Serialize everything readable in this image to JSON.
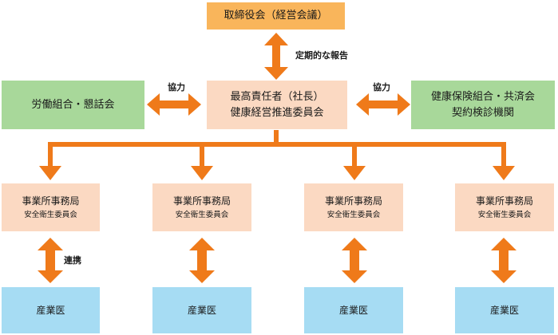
{
  "board": {
    "label": "取締役会（経営会議）"
  },
  "center": {
    "line1": "最高責任者（社長）",
    "line2": "健康経営推進委員会"
  },
  "left_box": {
    "label": "労働組合・懇話会"
  },
  "right_box": {
    "line1": "健康保険組合・共済会",
    "line2": "契約検診機関"
  },
  "edge_labels": {
    "report": "定期的な報告",
    "coop_left": "協力",
    "coop_right": "協力",
    "liaison": "連携"
  },
  "offices": [
    {
      "title": "事業所事務局",
      "sub": "安全衛生委員会"
    },
    {
      "title": "事業所事務局",
      "sub": "安全衛生委員会"
    },
    {
      "title": "事業所事務局",
      "sub": "安全衛生委員会"
    },
    {
      "title": "事業所事務局",
      "sub": "安全衛生委員会"
    }
  ],
  "doctors": [
    {
      "label": "産業医"
    },
    {
      "label": "産業医"
    },
    {
      "label": "産業医"
    },
    {
      "label": "産業医"
    }
  ],
  "colors": {
    "arrow": "#ef7a1a",
    "board": "#f9b55b",
    "peach": "#fbd9c2",
    "green": "#a8d89a",
    "blue": "#a6dcf3"
  }
}
